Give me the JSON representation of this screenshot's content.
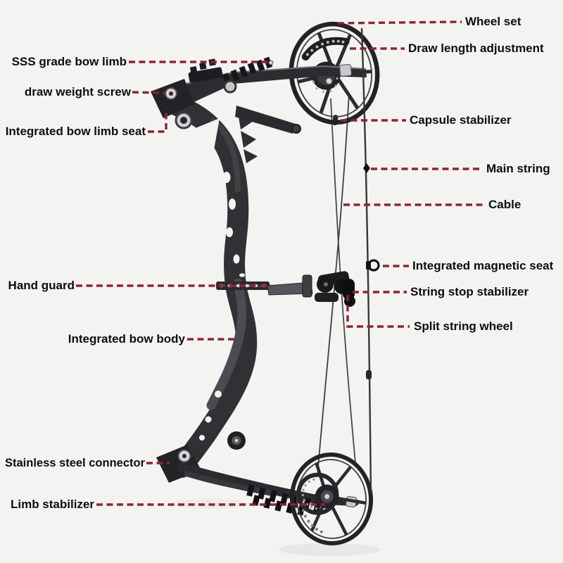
{
  "colors": {
    "bg": "#f3f3f1",
    "leader": "#8e2433",
    "text": "#0d0d0d",
    "bow": "#2c2c30"
  },
  "figure": {
    "description": "Compound bow product diagram with labeled parts"
  },
  "labels": [
    {
      "text": "Wheel set"
    },
    {
      "text": "Draw length adjustment"
    },
    {
      "text": "SSS grade bow limb"
    },
    {
      "text": "draw weight screw"
    },
    {
      "text": "Integrated bow limb seat"
    },
    {
      "text": "Capsule stabilizer"
    },
    {
      "text": "Main string"
    },
    {
      "text": "Cable"
    },
    {
      "text": "Integrated magnetic seat"
    },
    {
      "text": "String stop stabilizer"
    },
    {
      "text": "Split string wheel"
    },
    {
      "text": "Hand guard"
    },
    {
      "text": "Integrated bow body"
    },
    {
      "text": "Stainless steel connector"
    },
    {
      "text": "Limb stabilizer"
    }
  ]
}
